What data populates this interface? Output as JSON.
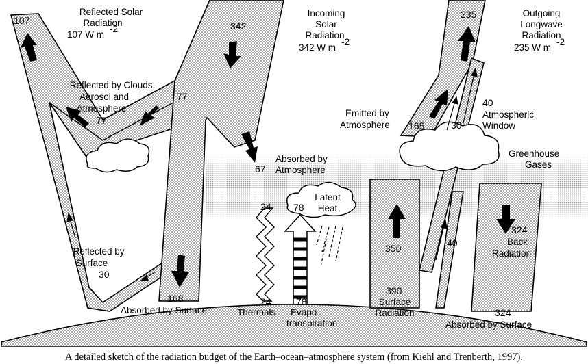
{
  "labels": {
    "reflected_solar_1": "Reflected Solar",
    "reflected_solar_2": "Radiation",
    "reflected_solar_3": "107 W m",
    "incoming_1": "Incoming",
    "incoming_2": "Solar",
    "incoming_3": "Radiation",
    "incoming_4": "342 W m",
    "outgoing_1": "Outgoing",
    "outgoing_2": "Longwave",
    "outgoing_3": "Radiation",
    "outgoing_4": "235 W m",
    "unit_exp": "-2",
    "clouds_1": "Reflected by Clouds,",
    "clouds_2": "Aerosol and",
    "clouds_3": "Atmosphere",
    "emitted_1": "Emitted by",
    "emitted_2": "Atmosphere",
    "window_1": "Atmospheric",
    "window_2": "Window",
    "absorbed_atm_1": "Absorbed by",
    "absorbed_atm_2": "Atmosphere",
    "greenhouse_1": "Greenhouse",
    "greenhouse_2": "Gases",
    "latent_1": "Latent",
    "latent_2": "Heat",
    "refl_surface_1": "Reflected by",
    "refl_surface_2": "Surface",
    "back_1": "Back",
    "back_2": "Radiation",
    "absorbed_surface_left": "Absorbed by Surface",
    "absorbed_surface_right": "Absorbed by Surface",
    "thermals": "Thermals",
    "evapo_1": "Evapo-",
    "evapo_2": "transpiration",
    "surface_rad_1": "Surface",
    "surface_rad_2": "Radiation"
  },
  "values": {
    "reflected_total": "107",
    "incoming": "342",
    "outgoing": "235",
    "clouds_77a": "77",
    "clouds_77b": "77",
    "emitted_165": "165",
    "window_30": "30",
    "window_40": "40",
    "absorbed_atm_67": "67",
    "thermals_24_top": "24",
    "latent_78_top": "78",
    "surface_350": "350",
    "window_40_low": "40",
    "back_324": "324",
    "refl_surface_30": "30",
    "absorbed_168": "168",
    "thermals_24": "24",
    "evapo_78": "78",
    "surface_390": "390",
    "absorbed_324": "324"
  },
  "caption": "A detailed sketch of the radiation budget of the Earth–ocean–atmosphere system (from Kiehl and Trenberth, 1997)."
}
